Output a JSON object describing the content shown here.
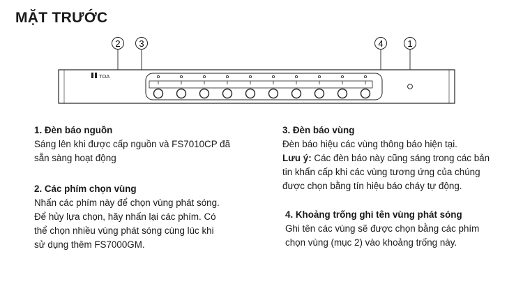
{
  "title": "MẶT TRƯỚC",
  "device": {
    "logo": "TOA"
  },
  "callouts": [
    "1",
    "2",
    "3",
    "4"
  ],
  "zones": {
    "count": 10
  },
  "items": {
    "power": {
      "heading": "1. Đèn báo nguồn",
      "body": [
        "Sáng lên khi được cấp nguồn và FS7010CP đã",
        "sẵn sàng hoạt động"
      ]
    },
    "keys": {
      "heading": "2. Các phím chọn vùng",
      "body": [
        "Nhấn các phím này để chọn vùng phát sóng.",
        "Để hủy lựa chọn, hãy nhấn lại các phím. Có",
        "thể chọn nhiều vùng phát sóng cùng lúc khi",
        "sử dụng thêm FS7000GM."
      ]
    },
    "zone_leds": {
      "heading": "3. Đèn báo vùng",
      "body1": "Đèn báo hiệu các vùng thông báo hiện tại.",
      "note_label": "Lưu ý:",
      "note_first": " Các đèn báo này cũng sáng trong các bản",
      "note_rest": [
        "tin khẩn cấp khi các vùng tương ứng của chúng",
        "được chọn bằng tín hiệu báo cháy tự động."
      ]
    },
    "label_space": {
      "heading": "4. Khoảng trống ghi tên vùng phát sóng",
      "body": [
        "Ghi tên các vùng sẽ được chọn bằng các phím",
        "chọn vùng (mục 2) vào khoảng trống này."
      ]
    }
  }
}
